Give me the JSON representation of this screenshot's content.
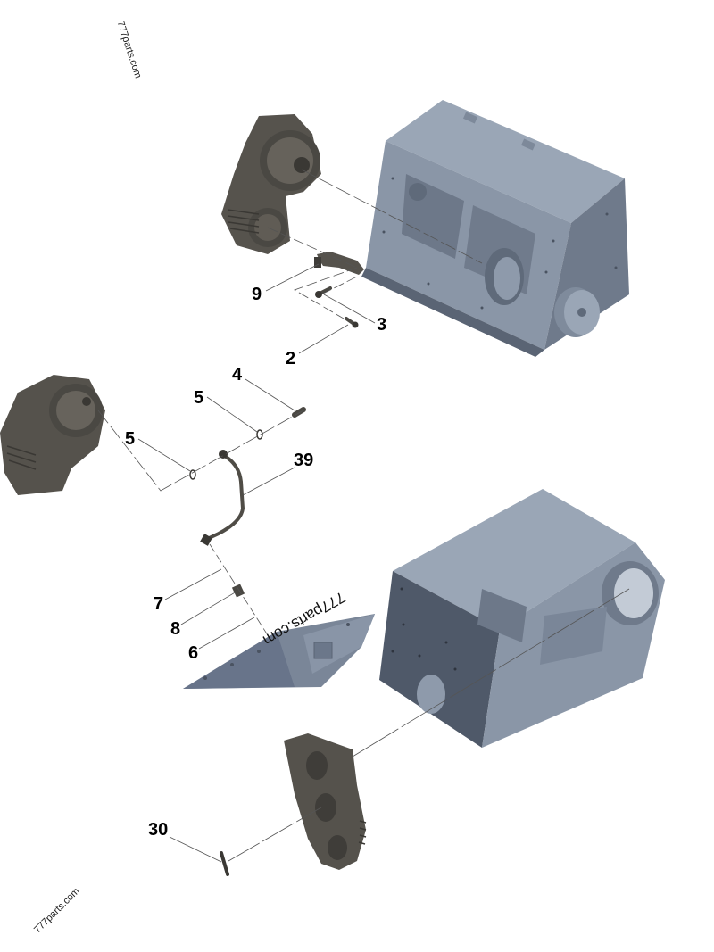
{
  "diagram": {
    "type": "exploded-parts-view",
    "subject": "engine cylinder block with gear housings, oil pipe and fasteners",
    "colors": {
      "block": "#8e9aab",
      "block_dark": "#5f6a7a",
      "block_shadow": "#4a5361",
      "housing": "#55524c",
      "housing_dark": "#3a3834",
      "leader": "#555555",
      "label": "#000000"
    },
    "callouts": [
      {
        "id": "9",
        "label": "9"
      },
      {
        "id": "3",
        "label": "3"
      },
      {
        "id": "2",
        "label": "2"
      },
      {
        "id": "4",
        "label": "4"
      },
      {
        "id": "5a",
        "label": "5"
      },
      {
        "id": "5b",
        "label": "5"
      },
      {
        "id": "39",
        "label": "39"
      },
      {
        "id": "7",
        "label": "7"
      },
      {
        "id": "8",
        "label": "8"
      },
      {
        "id": "6",
        "label": "6"
      },
      {
        "id": "30",
        "label": "30"
      }
    ],
    "watermarks": [
      {
        "text": "777parts.com"
      },
      {
        "text": "777parts.com"
      },
      {
        "text": "777parts.com"
      }
    ]
  }
}
